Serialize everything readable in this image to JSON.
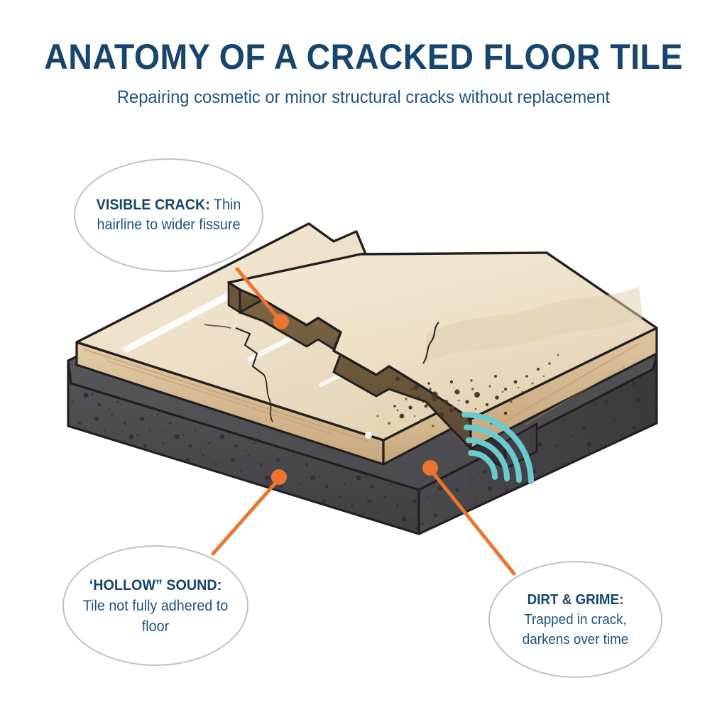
{
  "header": {
    "title": "ANATOMY OF A CRACKED FLOOR TILE",
    "subtitle": "Repairing cosmetic or minor structural cracks without replacement"
  },
  "callouts": [
    {
      "id": "visible-crack",
      "lead": "VISIBLE CRACK:",
      "body": " Thin hairline to wider fissure",
      "full_text": "VISIBLE CRACK: Thin hairline to wider fissure"
    },
    {
      "id": "hollow-sound",
      "lead": "‘HOLLOW” SOUND:",
      "body": " Tile not fully adhered to floor",
      "full_text": "‘HOLLOW” SOUND: Tile not fully adhered to floor"
    },
    {
      "id": "dirt-grime",
      "lead": "DIRT & GRIME:",
      "body": " Trapped in crack, darkens over time",
      "full_text": "DIRT & GRIME: Trapped in crack, darkens over time"
    }
  ],
  "diagram": {
    "layers": [
      {
        "name": "tile-surface",
        "label": "Ceramic tile top surface"
      },
      {
        "name": "adhesive-layer",
        "label": "Tile body / adhesive edge"
      },
      {
        "name": "concrete-substrate",
        "label": "Concrete subfloor"
      }
    ],
    "features": [
      {
        "name": "crack",
        "label": "Jagged crack splitting tile"
      },
      {
        "name": "dirt-speckles",
        "label": "Dirt and grime in crack"
      },
      {
        "name": "sound-waves",
        "label": "Hollow sound waves"
      },
      {
        "name": "gloss-highlight",
        "label": "Glossy surface highlight"
      }
    ]
  },
  "colors": {
    "title_navy": "#17456D",
    "body_blue": "#1C5480",
    "bubble_border": "#B9C4C8",
    "accent_orange": "#EC7430",
    "sound_cyan": "#6BC9D0",
    "tile_cream": "#EFE2CA",
    "tile_cream_shade": "#E6D6B9",
    "adhesive_tan": "#D9BE95",
    "concrete_gray": "#4E4E4E",
    "concrete_dark": "#3A3A3C",
    "crack_brown": "#6B5639",
    "outline": "#231F20",
    "background": "#FFFFFF"
  }
}
